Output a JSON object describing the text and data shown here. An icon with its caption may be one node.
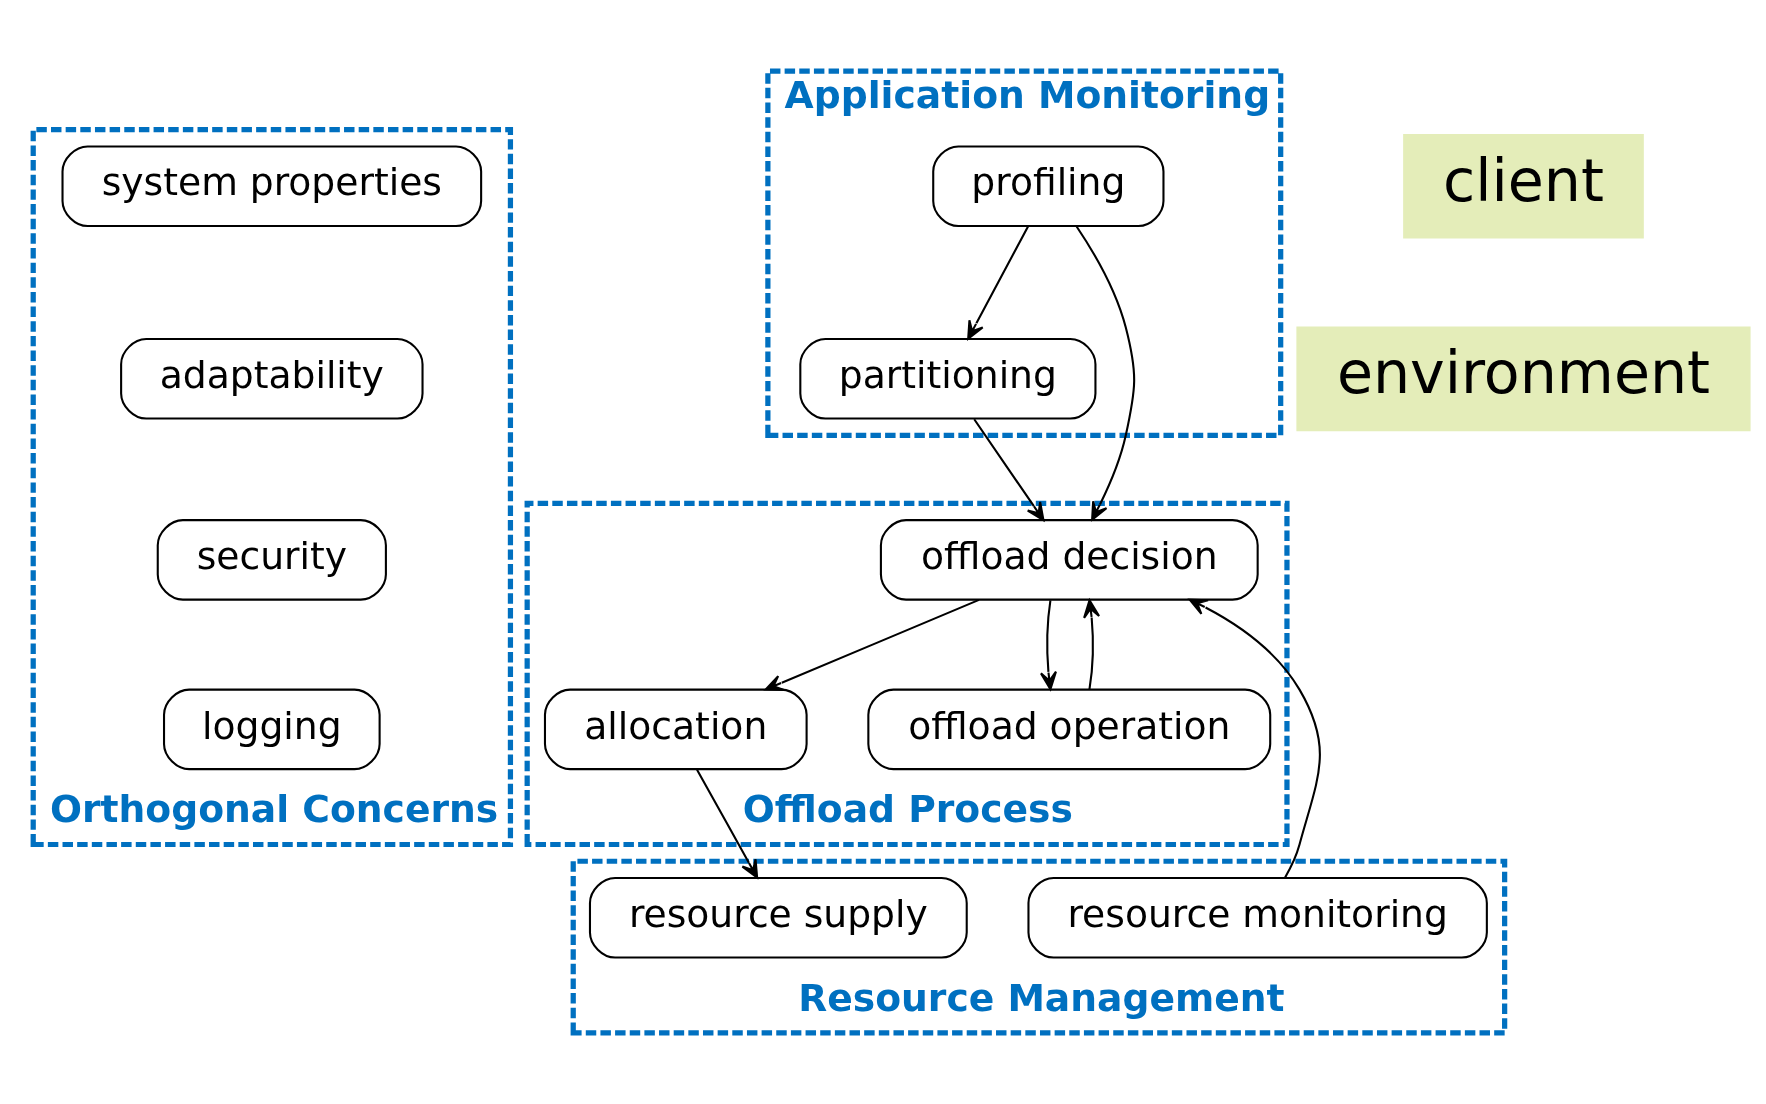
{
  "diagram": {
    "nodes": [
      {
        "text": [
          "Orthogonal Concerns"
        ]
      },
      {
        "text": [
          "system properties"
        ],
        "in": 0
      },
      {
        "text": [
          "adaptability"
        ],
        "in": 0
      },
      {
        "text": [
          "security"
        ],
        "in": 0
      },
      {
        "text": [
          "logging"
        ],
        "in": 0
      },
      {
        "text": [
          "Application Monitoring"
        ]
      },
      {
        "text": [
          "profiling"
        ],
        "in": 5
      },
      {
        "text": [
          "partitioning"
        ],
        "in": 5
      },
      {
        "text": [
          "Resource Management"
        ]
      },
      {
        "text": [
          "resource monitoring"
        ],
        "in": 8
      },
      {
        "text": [
          "resource supply"
        ],
        "in": 8
      },
      {
        "text": [
          "Offload Process"
        ]
      },
      {
        "text": [
          "offload decision"
        ],
        "in": 11
      },
      {
        "text": [
          "allocation"
        ],
        "in": 11
      },
      {
        "text": [
          "offload operation"
        ],
        "in": 11
      },
      {
        "text": [
          "client"
        ]
      },
      {
        "text": [
          "environment"
        ]
      }
    ],
    "edges": [
      {
        "from": 6,
        "to": 7,
        "arrow": "to"
      },
      {
        "from": 6,
        "to": 12,
        "arrow": "to"
      },
      {
        "from": 7,
        "to": 12,
        "arrow": "to"
      },
      {
        "from": 9,
        "to": 12,
        "arrow": "to"
      },
      {
        "from": 12,
        "to": 13,
        "arrow": "to"
      },
      {
        "from": 12,
        "to": 14,
        "arrow": "to"
      },
      {
        "from": 14,
        "to": 12,
        "arrow": "to"
      },
      {
        "from": 13,
        "to": 10,
        "arrow": "to"
      }
    ]
  }
}
